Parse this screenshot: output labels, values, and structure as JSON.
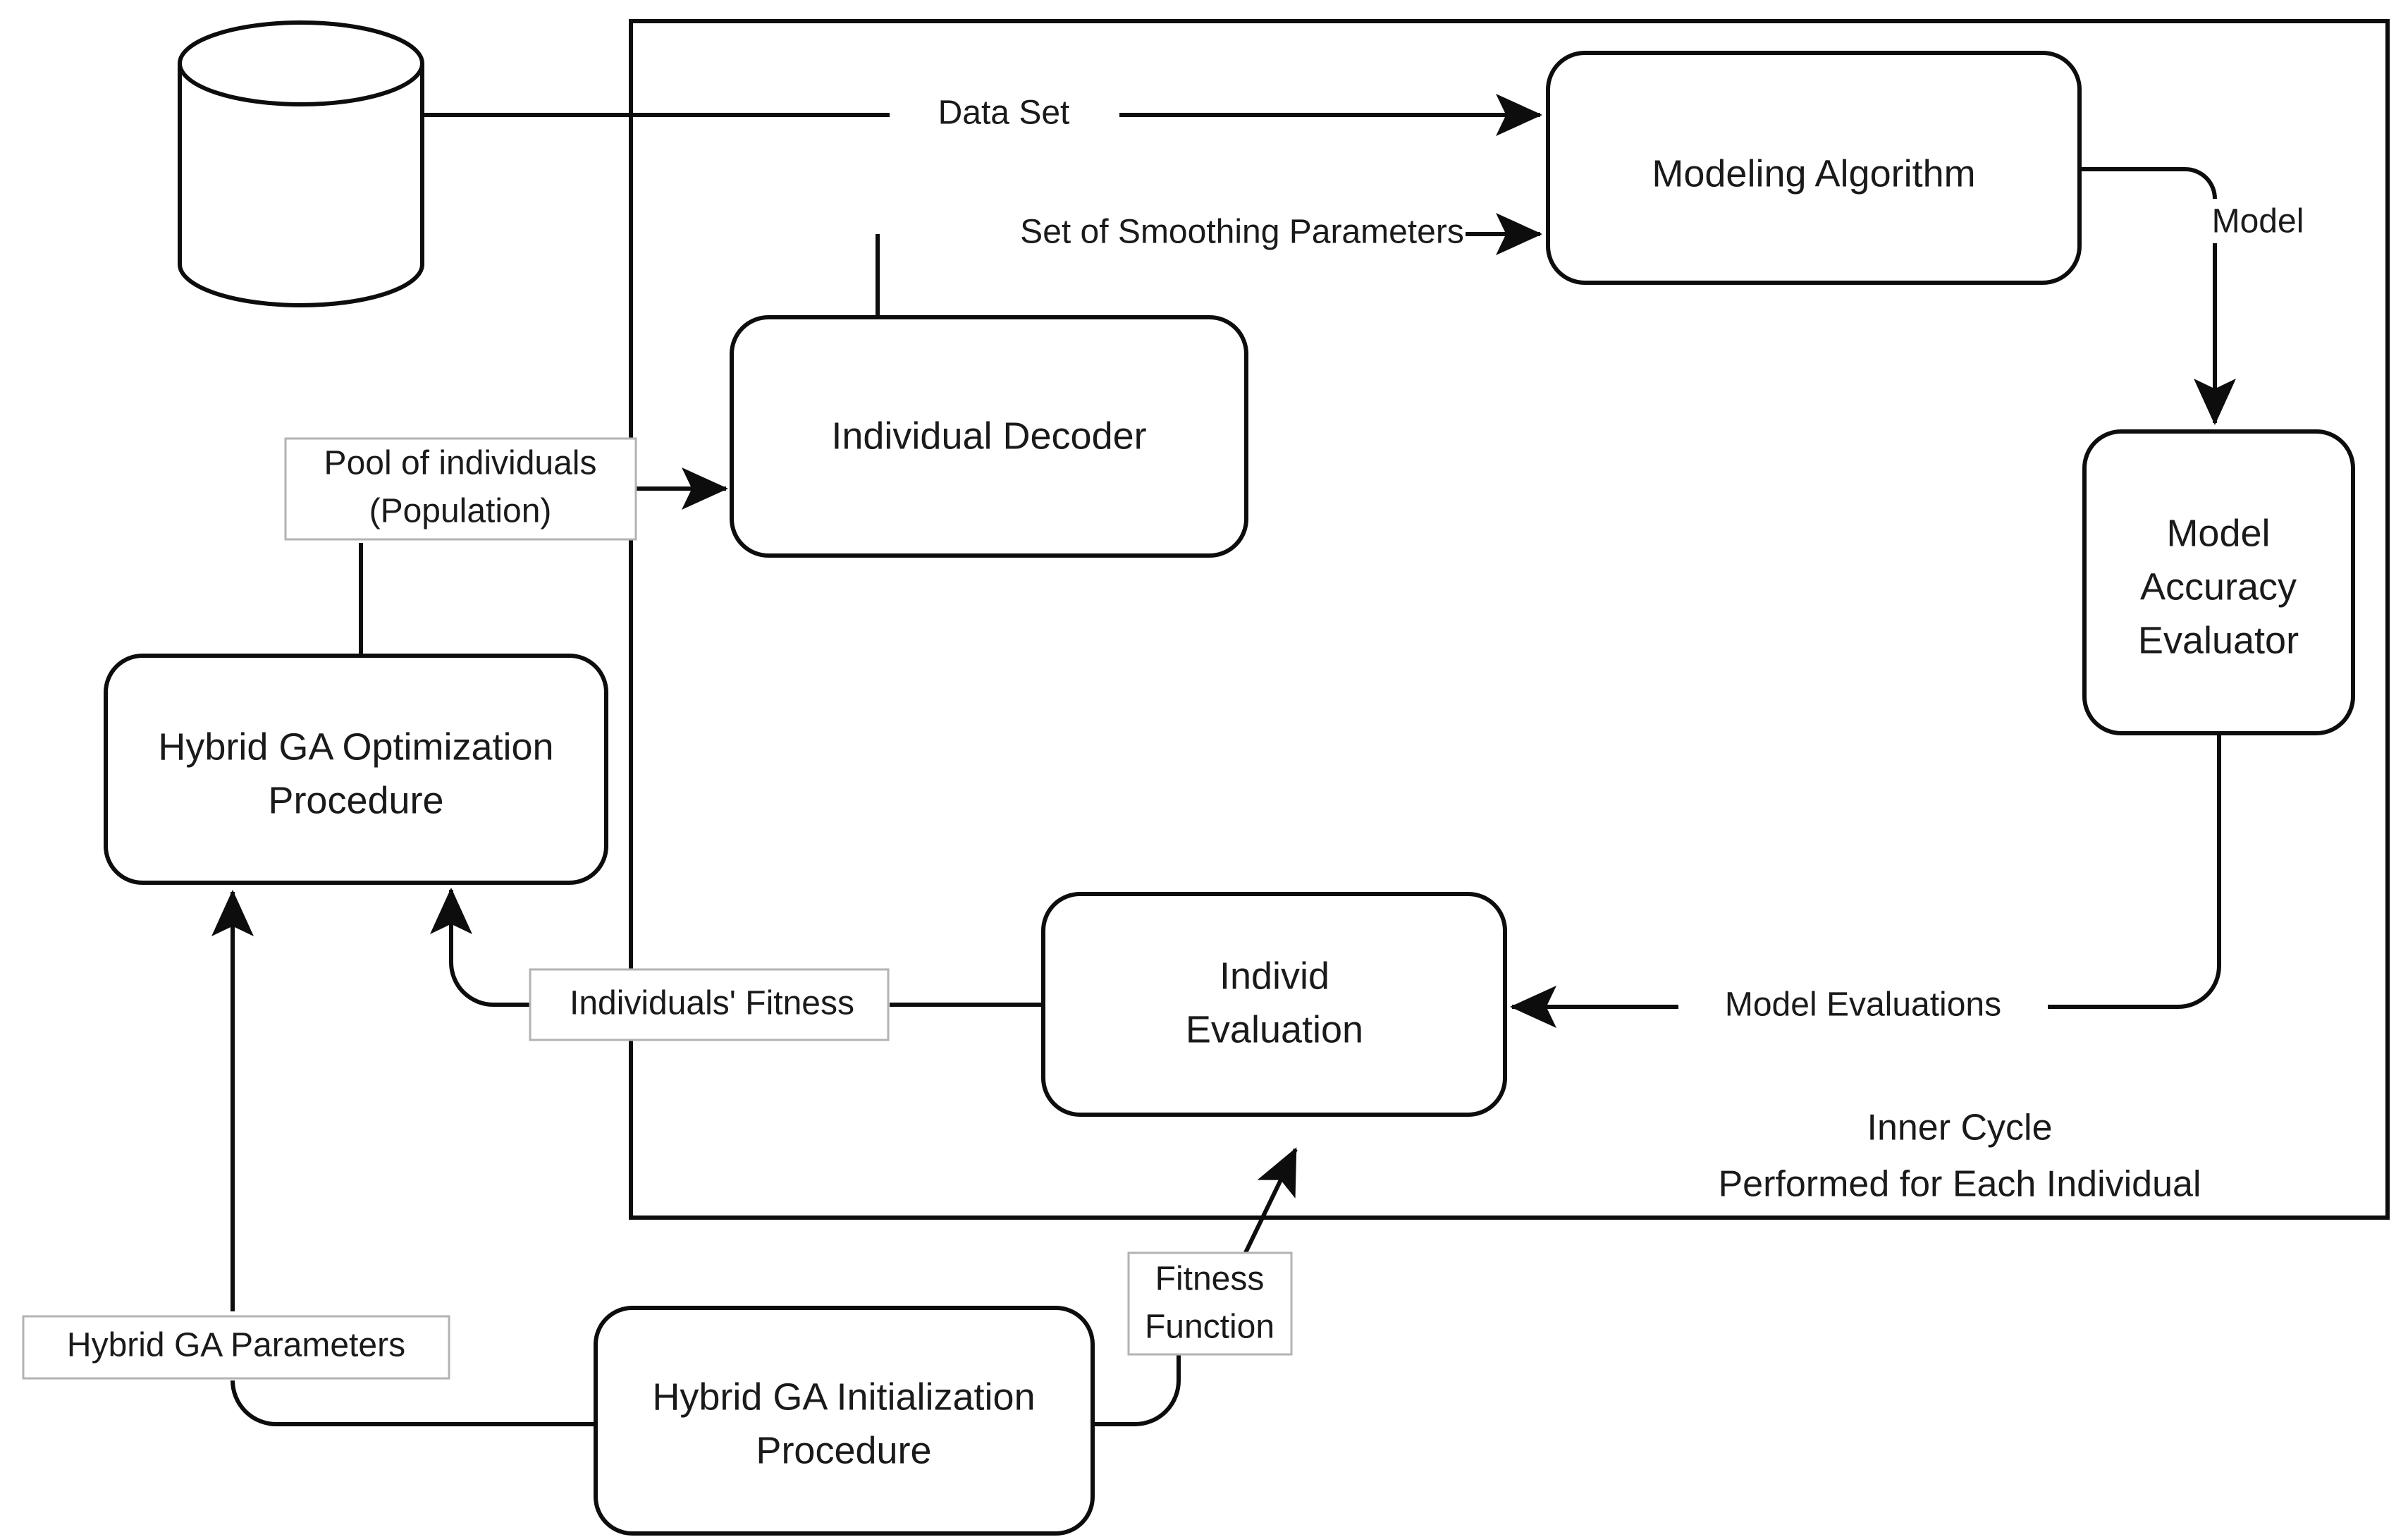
{
  "diagram": {
    "title": "Hybrid GA Smoothing-Parameter Optimization Flow",
    "stroke_color": "#0d0d0d",
    "fill_color": "#ffffff",
    "label_border_color": "#b3b3b3",
    "nodes": {
      "data_store": {
        "label": ""
      },
      "modeling_algorithm": {
        "label": "Modeling Algorithm"
      },
      "model_accuracy_evaluator": {
        "line1": "Model",
        "line2": "Accuracy",
        "line3": "Evaluator"
      },
      "individual_decoder": {
        "label": "Individual Decoder"
      },
      "hybrid_ga_optimization": {
        "line1": "Hybrid GA Optimization",
        "line2": "Procedure"
      },
      "individ_evaluation": {
        "line1": "Individ",
        "line2": "Evaluation"
      },
      "hybrid_ga_initialization": {
        "line1": "Hybrid GA Initialization",
        "line2": "Procedure"
      }
    },
    "edge_labels": {
      "data_set": "Data Set",
      "set_of_smoothing_parameters": "Set of Smoothing Parameters",
      "model": "Model",
      "pool_of_individuals_line1": "Pool of individuals",
      "pool_of_individuals_line2": "(Population)",
      "individuals_fitness": "Individuals' Fitness",
      "model_evaluations": "Model Evaluations",
      "fitness_function_line1": "Fitness",
      "fitness_function_line2": "Function",
      "hybrid_ga_parameters": "Hybrid GA Parameters"
    },
    "annotations": {
      "inner_cycle_line1": "Inner Cycle",
      "inner_cycle_line2": "Performed for Each Individual"
    }
  }
}
